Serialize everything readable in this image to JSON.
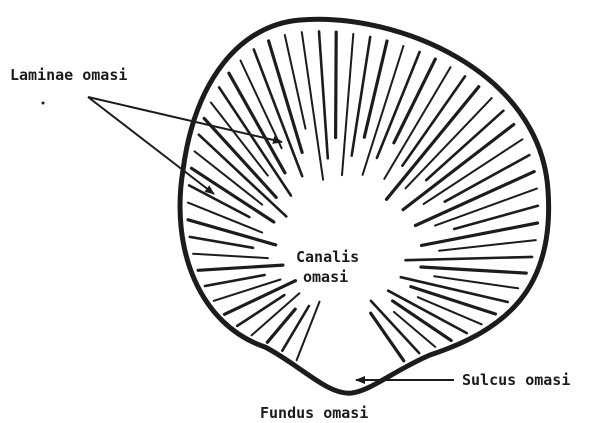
{
  "diagram": {
    "labels": {
      "laminae": "Laminae omasi",
      "canalis_line1": "Canalis",
      "canalis_line2": "omasi",
      "sulcus": "Sulcus omasi",
      "fundus": "Fundus omasi"
    },
    "colors": {
      "ink": "#1c1c1c",
      "background": "#ffffff"
    }
  }
}
